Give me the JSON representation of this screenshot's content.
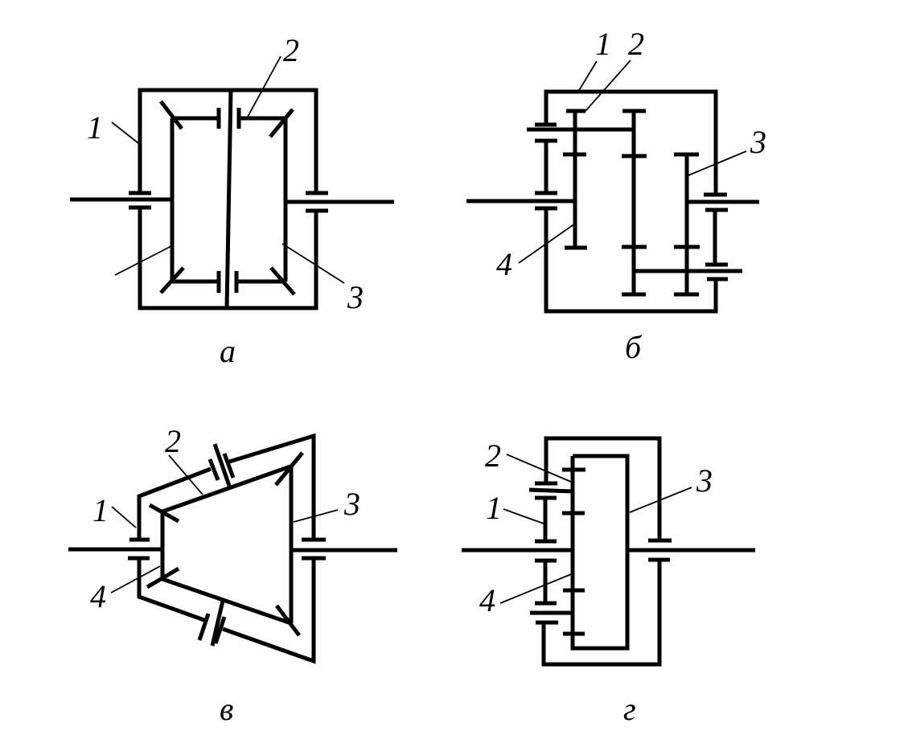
{
  "figure": {
    "type": "kinematic gear train schematics",
    "stroke_color": "#000000",
    "background": "#ffffff",
    "panels": [
      {
        "id": "a",
        "caption": "а",
        "labels": [
          "1",
          "2",
          "3"
        ]
      },
      {
        "id": "b",
        "caption": "б",
        "labels": [
          "1",
          "2",
          "3",
          "4"
        ]
      },
      {
        "id": "v",
        "caption": "в",
        "labels": [
          "1",
          "2",
          "3",
          "4"
        ]
      },
      {
        "id": "g",
        "caption": "г",
        "labels": [
          "1",
          "2",
          "3",
          "4"
        ]
      }
    ]
  }
}
